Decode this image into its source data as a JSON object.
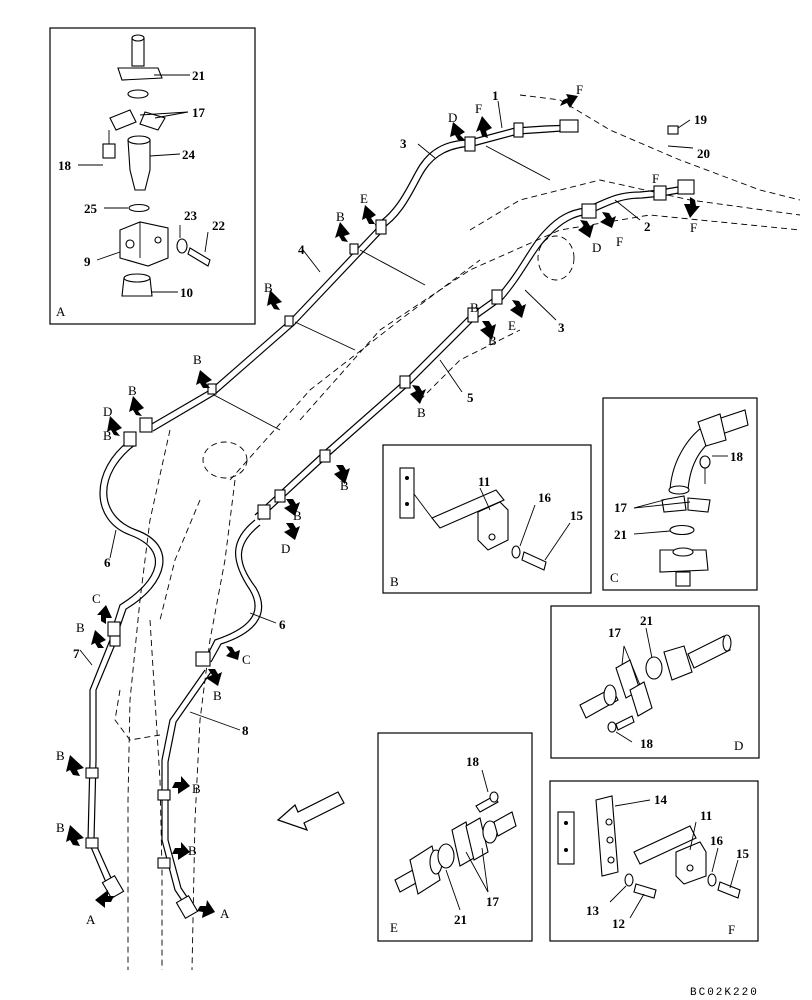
{
  "drawing_code": "BC02K220",
  "callouts": {
    "n1": "1",
    "n2": "2",
    "n3a": "3",
    "n3b": "3",
    "n4": "4",
    "n5": "5",
    "n6a": "6",
    "n6b": "6",
    "n7": "7",
    "n8": "8",
    "n20": "20",
    "n19": "19"
  },
  "arrow_letters": {
    "fA": "F",
    "fB": "F",
    "fC": "F",
    "fD": "F",
    "fE": "F",
    "d1": "D",
    "d2": "D",
    "d3": "D",
    "d4": "D",
    "e1": "E",
    "e2": "E",
    "c1": "C",
    "c2": "C",
    "a1": "A",
    "a2": "A",
    "b1": "B",
    "b2": "B",
    "b3": "B",
    "b4": "B",
    "b5": "B",
    "b6": "B",
    "b7": "B",
    "b8": "B",
    "b9": "B",
    "b10": "B",
    "b11": "B",
    "b12": "B",
    "b13": "B",
    "b14": "B",
    "b15": "B",
    "b16": "B"
  },
  "detail_A": {
    "letter": "A",
    "n21": "21",
    "n17": "17",
    "n18": "18",
    "n24": "24",
    "n25": "25",
    "n23": "23",
    "n22": "22",
    "n9": "9",
    "n10": "10"
  },
  "detail_B": {
    "letter": "B",
    "n11": "11",
    "n16": "16",
    "n15": "15"
  },
  "detail_C": {
    "letter": "C",
    "n18": "18",
    "n17": "17",
    "n21": "21"
  },
  "detail_D": {
    "letter": "D",
    "n17": "17",
    "n21": "21",
    "n18": "18"
  },
  "detail_E": {
    "letter": "E",
    "n18": "18",
    "n21": "21",
    "n17": "17"
  },
  "detail_F": {
    "letter": "F",
    "n14": "14",
    "n11": "11",
    "n16": "16",
    "n15": "15",
    "n13": "13",
    "n12": "12"
  }
}
